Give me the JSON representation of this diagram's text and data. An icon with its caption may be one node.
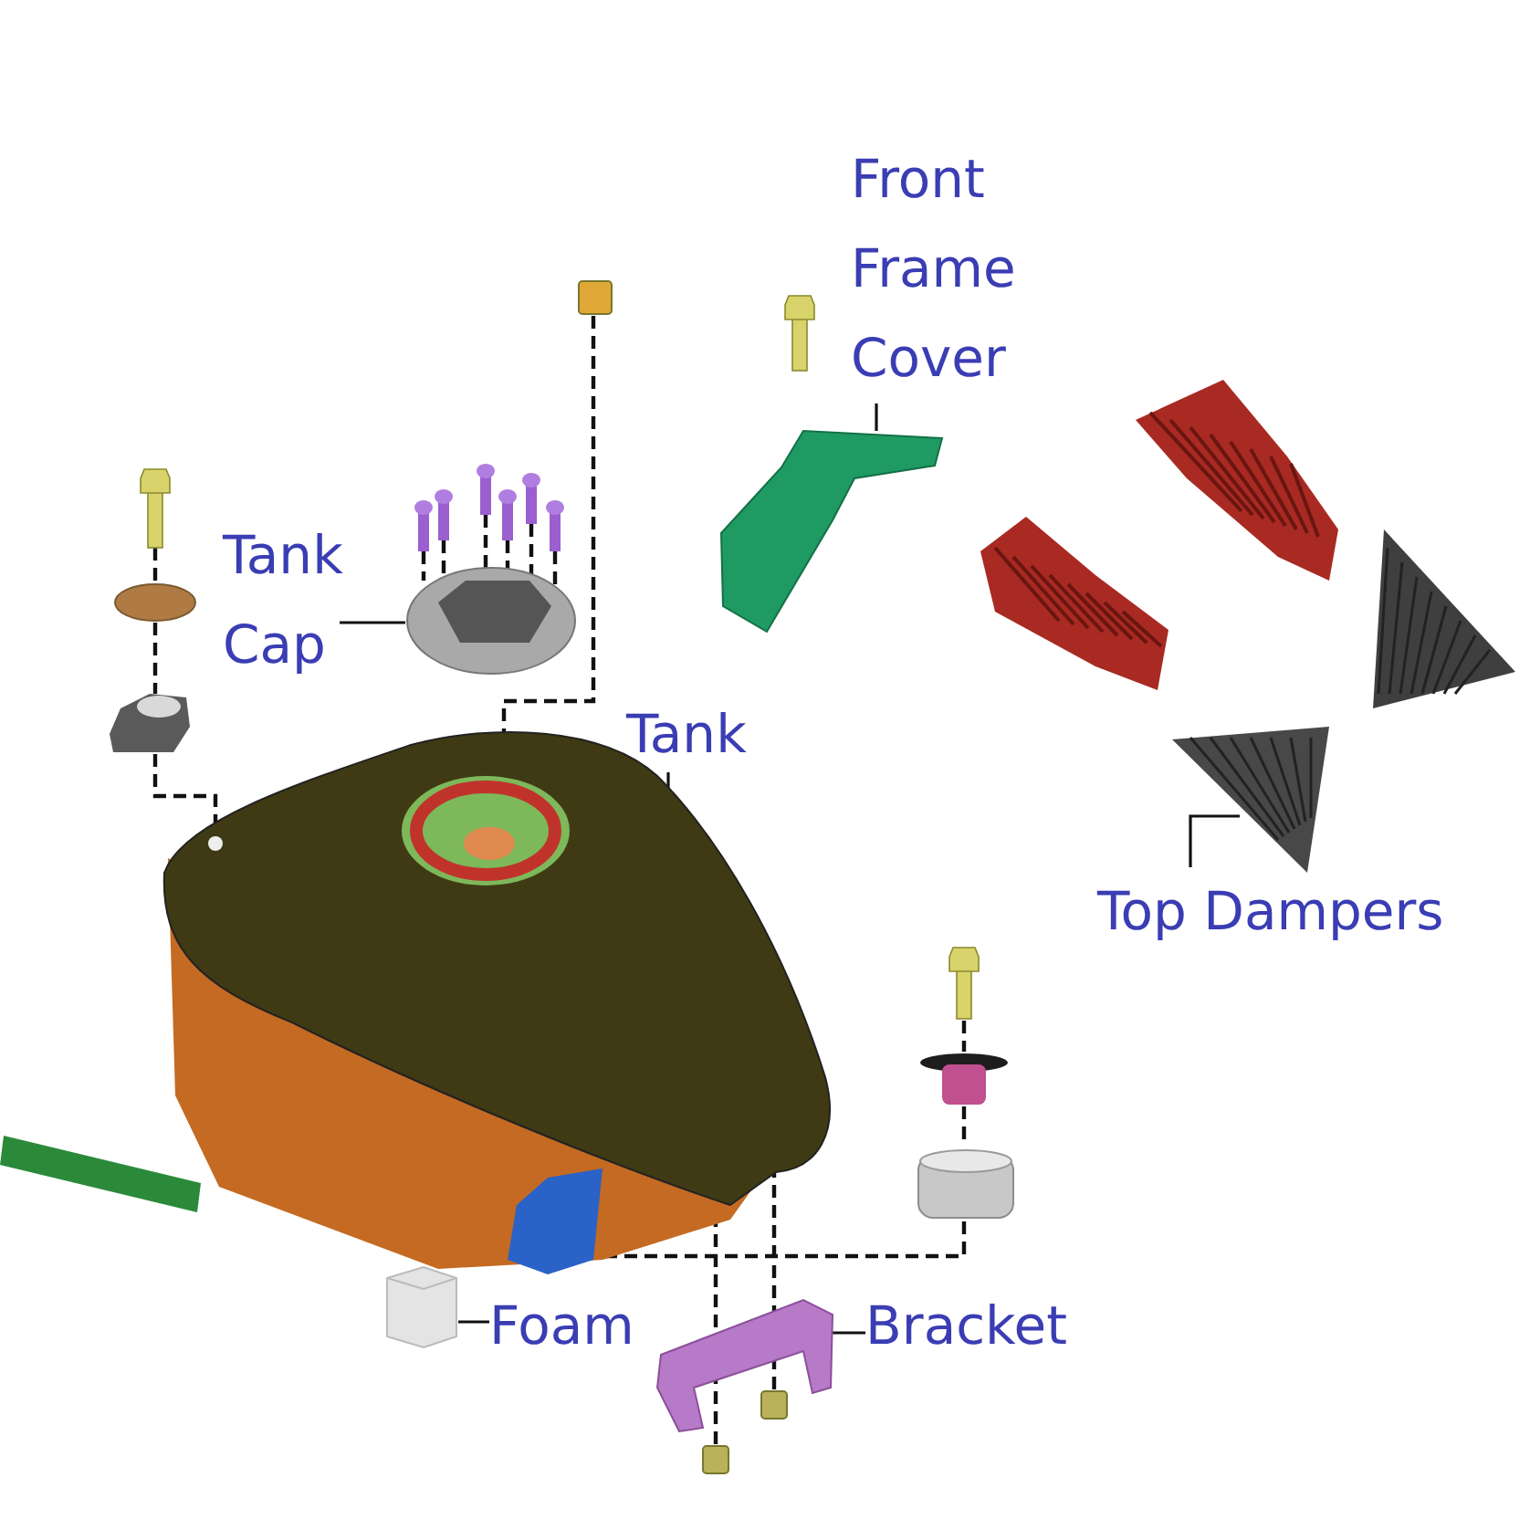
{
  "diagram": {
    "nodes": [
      {
        "text": [
          "Front Frame Cover"
        ]
      },
      {
        "text": [
          "Tank Cap"
        ]
      },
      {
        "text": [
          "Tank"
        ]
      },
      {
        "text": [
          "Top Dampers"
        ]
      },
      {
        "text": [
          "Foam"
        ]
      },
      {
        "text": [
          "Bracket"
        ]
      },
      {
        "text": [],
        "shape": "picture"
      },
      {
        "text": [],
        "shape": "picture"
      },
      {
        "text": [],
        "shape": "picture"
      },
      {
        "text": [],
        "shape": "picture"
      },
      {
        "text": [],
        "shape": "picture"
      },
      {
        "text": [],
        "shape": "picture"
      },
      {
        "text": [],
        "shape": "picture"
      },
      {
        "text": [],
        "shape": "circle"
      },
      {
        "text": [],
        "shape": "picture"
      },
      {
        "text": [],
        "shape": "box"
      },
      {
        "text": [],
        "shape": "picture"
      },
      {
        "text": [],
        "shape": "picture"
      },
      {
        "text": [],
        "shape": "cylinder"
      },
      {
        "text": [],
        "shape": "box"
      },
      {
        "text": [],
        "shape": "box"
      },
      {
        "text": [],
        "shape": "picture"
      },
      {
        "text": [],
        "shape": "picture"
      },
      {
        "text": [],
        "shape": "picture"
      },
      {
        "text": [],
        "shape": "picture"
      },
      {
        "text": [],
        "shape": "picture"
      },
      {
        "text": [],
        "shape": "picture"
      }
    ],
    "edges": [
      {
        "from": 0,
        "to": 6,
        "arrow": "none"
      },
      {
        "from": 1,
        "to": 7,
        "arrow": "none"
      },
      {
        "from": 2,
        "to": 8,
        "arrow": "none"
      },
      {
        "from": 3,
        "to": 9,
        "arrow": "none"
      },
      {
        "from": 4,
        "to": 10,
        "arrow": "none"
      },
      {
        "from": 5,
        "to": 11,
        "arrow": "none"
      },
      {
        "from": 12,
        "to": 13,
        "arrow": "none",
        "style": "dashed"
      },
      {
        "from": 13,
        "to": 14,
        "arrow": "none",
        "style": "dashed"
      },
      {
        "from": 14,
        "to": 8,
        "arrow": "none",
        "style": "dashed"
      },
      {
        "from": 15,
        "to": 8,
        "arrow": "none",
        "style": "dashed"
      },
      {
        "from": 16,
        "to": 17,
        "arrow": "none",
        "style": "dashed"
      },
      {
        "from": 17,
        "to": 18,
        "arrow": "none",
        "style": "dashed"
      },
      {
        "from": 18,
        "to": 8,
        "arrow": "none",
        "style": "dashed"
      },
      {
        "from": 19,
        "to": 11,
        "arrow": "none",
        "style": "dashed"
      },
      {
        "from": 20,
        "to": 11,
        "arrow": "none",
        "style": "dashed"
      },
      {
        "from": 21,
        "to": 7,
        "arrow": "none",
        "style": "dashed"
      },
      {
        "from": 22,
        "to": 7,
        "arrow": "none",
        "style": "dashed"
      },
      {
        "from": 23,
        "to": 7,
        "arrow": "none",
        "style": "dashed"
      },
      {
        "from": 24,
        "to": 7,
        "arrow": "none",
        "style": "dashed"
      },
      {
        "from": 25,
        "to": 7,
        "arrow": "none",
        "style": "dashed"
      },
      {
        "from": 26,
        "to": 7,
        "arrow": "none",
        "style": "dashed"
      },
      {
        "from": 11,
        "to": 8,
        "arrow": "none",
        "style": "dashed"
      },
      {
        "from": 11,
        "to": 8,
        "arrow": "none",
        "style": "dashed"
      }
    ]
  }
}
